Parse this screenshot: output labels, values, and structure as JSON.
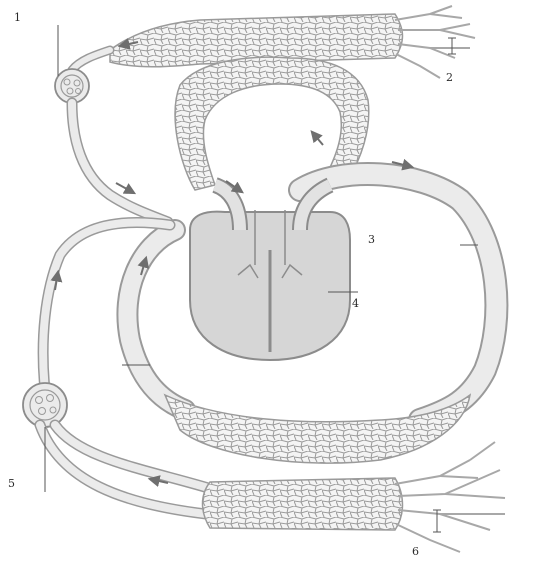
{
  "labels": {
    "l1": "1",
    "l2": "2",
    "l3": "3",
    "l4": "4",
    "l5": "5",
    "l6": "6"
  },
  "colors": {
    "vessel_fill": "#ebebeb",
    "vessel_stroke": "#9a9a9a",
    "heart_fill": "#d6d6d6",
    "mesh_fill": "#f4f4f4",
    "arrow": "#6f6f6f",
    "background": "#ffffff"
  }
}
